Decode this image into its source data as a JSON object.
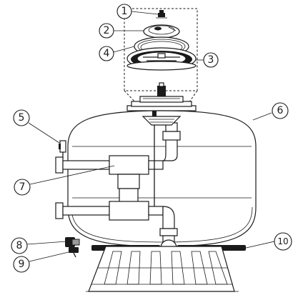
{
  "callouts": [
    {
      "id": 1,
      "label": "1"
    },
    {
      "id": 2,
      "label": "2"
    },
    {
      "id": 3,
      "label": "3"
    },
    {
      "id": 4,
      "label": "4"
    },
    {
      "id": 5,
      "label": "5"
    },
    {
      "id": 6,
      "label": "6"
    },
    {
      "id": 7,
      "label": "7"
    },
    {
      "id": 8,
      "label": "8"
    },
    {
      "id": 9,
      "label": "9"
    },
    {
      "id": 10,
      "label": "10"
    }
  ],
  "colors": {
    "line": "#1a1a1a",
    "fill": "#ffffff",
    "shade": "#9a9a9a"
  }
}
